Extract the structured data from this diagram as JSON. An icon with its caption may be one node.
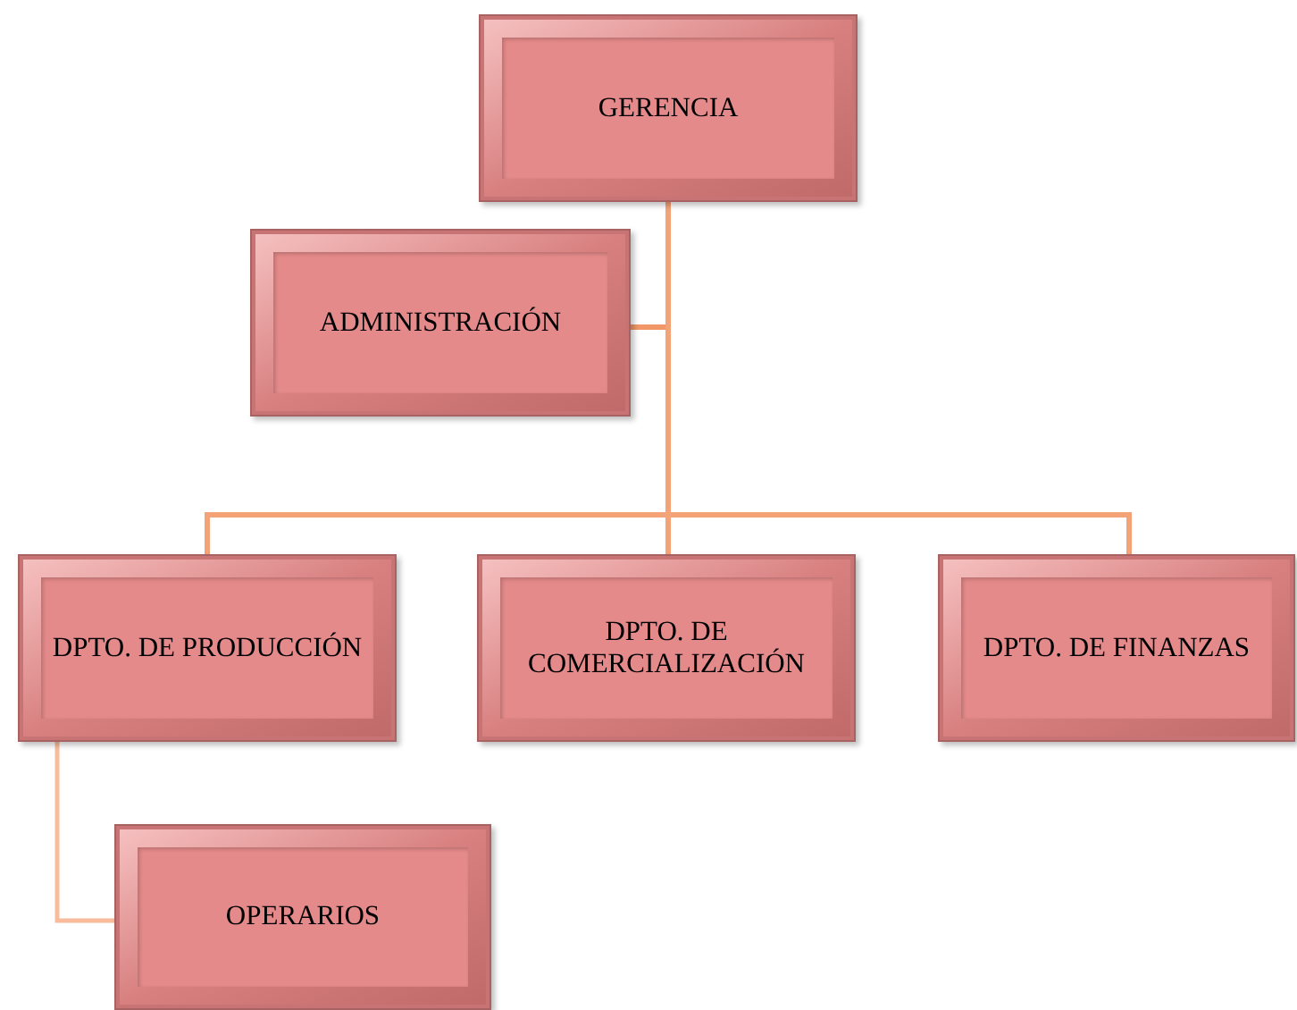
{
  "diagram": {
    "nodes": [
      {
        "text": [
          "GERENCIA"
        ]
      },
      {
        "text": [
          "ADMINISTRACIÓN"
        ]
      },
      {
        "text": [
          "DPTO. DE PRODUCCIÓN"
        ]
      },
      {
        "text": [
          "DPTO. DE COMERCIALIZACIÓN"
        ]
      },
      {
        "text": [
          "DPTO. DE FINANZAS"
        ]
      },
      {
        "text": [
          "OPERARIOS"
        ]
      }
    ],
    "edges": [
      {
        "from": 0,
        "to": 1,
        "arrow": "none"
      },
      {
        "from": 0,
        "to": 2,
        "arrow": "none"
      },
      {
        "from": 0,
        "to": 3,
        "arrow": "none"
      },
      {
        "from": 0,
        "to": 4,
        "arrow": "none"
      },
      {
        "from": 2,
        "to": 5,
        "arrow": "none"
      }
    ]
  }
}
